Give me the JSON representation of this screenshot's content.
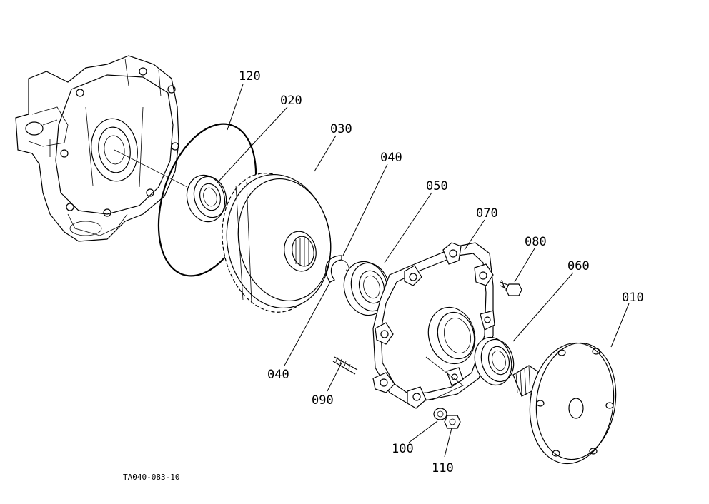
{
  "callouts": {
    "p120": "120",
    "p020": "020",
    "p030": "030",
    "p040a": "040",
    "p050": "050",
    "p070": "070",
    "p080": "080",
    "p060": "060",
    "p010": "010",
    "p040b": "040",
    "p090": "090",
    "p100": "100",
    "p110": "110"
  },
  "figure_ref": "TA040-083-10"
}
